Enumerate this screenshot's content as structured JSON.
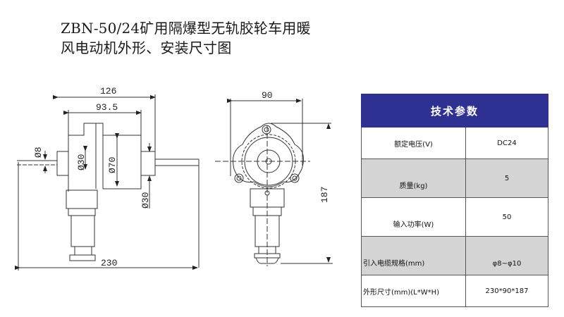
{
  "title": {
    "line1": "ZBN-50/24矿用隔爆型无轨胶轮车用暖",
    "line2": "风电动机外形、安装尺寸图"
  },
  "drawing": {
    "front_view": {
      "dimensions": {
        "overall_width": "126",
        "body_width": "93.5",
        "shaft_dia": "Ø8",
        "hub_dia": "Ø30",
        "body_dia": "Ø70",
        "right_hub_dia": "Ø30",
        "overall_length": "230"
      }
    },
    "side_view": {
      "dimensions": {
        "width": "90",
        "height": "187"
      }
    }
  },
  "spec_table": {
    "header": "技术参数",
    "rows": [
      {
        "label": "额定电压(V)",
        "value": "DC24"
      },
      {
        "label": "质量(kg)",
        "value": "5"
      },
      {
        "label": "输入功率(W)",
        "value": "50"
      },
      {
        "label": "引入电缆规格(mm)",
        "value": "φ8~φ10"
      },
      {
        "label": "外形尺寸(mm)(L*W*H)",
        "value": "230*90*187"
      }
    ],
    "colors": {
      "header_bg": "#2e3192",
      "alt_row_bg": "#d4d4d4"
    }
  }
}
